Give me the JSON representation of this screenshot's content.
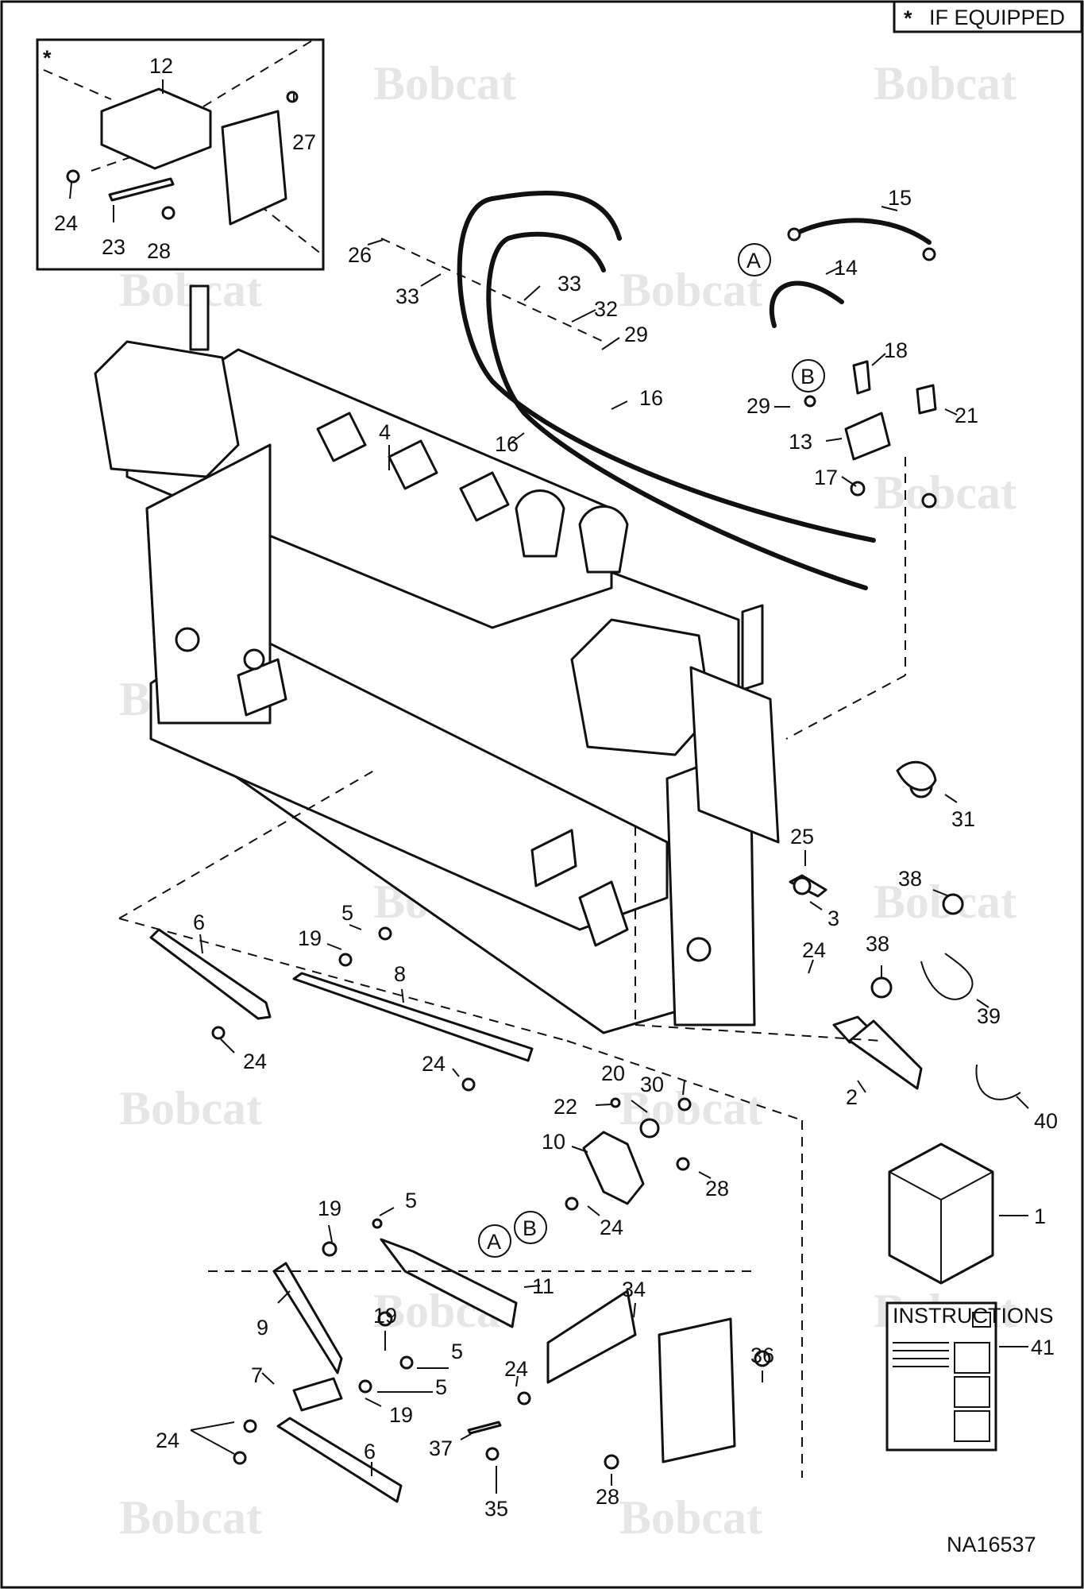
{
  "header": {
    "if_equipped": "IF EQUIPPED",
    "asterisk": "*"
  },
  "inset": {
    "asterisk": "*"
  },
  "watermark": {
    "brand": "Bobcat"
  },
  "figure_id": "NA16537",
  "instructions_label": "INSTRUCTIONS",
  "callout_circles": {
    "a": "A",
    "b": "B"
  },
  "part_numbers": [
    "12",
    "27",
    "24",
    "23",
    "28",
    "26",
    "33",
    "33",
    "32",
    "29",
    "15",
    "14",
    "18",
    "16",
    "16",
    "29",
    "21",
    "13",
    "17",
    "4",
    "31",
    "25",
    "3",
    "24",
    "38",
    "38",
    "39",
    "6",
    "5",
    "19",
    "8",
    "24",
    "24",
    "2",
    "40",
    "20",
    "22",
    "30",
    "10",
    "28",
    "24",
    "19",
    "5",
    "11",
    "34",
    "1",
    "9",
    "19",
    "5",
    "5",
    "19",
    "7",
    "24",
    "6",
    "37",
    "24",
    "36",
    "35",
    "28",
    "41"
  ]
}
